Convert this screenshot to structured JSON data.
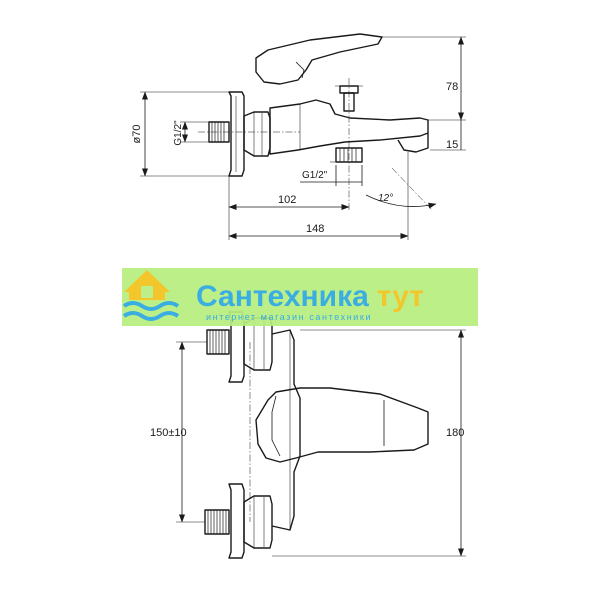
{
  "drawing": {
    "top_view": {
      "dim_diameter": "ø70",
      "dim_thread_inlet": "G1/2\"",
      "dim_thread_outlet": "G1/2\"",
      "dim_height_top": "78",
      "dim_height_spout": "15",
      "dim_length_outlet": "102",
      "dim_length_total": "148",
      "dim_angle": "12°"
    },
    "front_view": {
      "dim_center_distance": "150±10",
      "dim_total_height": "180"
    }
  },
  "watermark": {
    "brand_main": "Сантехника",
    "brand_accent": "тут",
    "tagline": "интернет магазин сантехники",
    "colors": {
      "band": "#b8ee80",
      "main": "#2aa7e0",
      "accent": "#f2c21b",
      "house": "#f2c21b",
      "waves": "#2aa7e0"
    }
  }
}
